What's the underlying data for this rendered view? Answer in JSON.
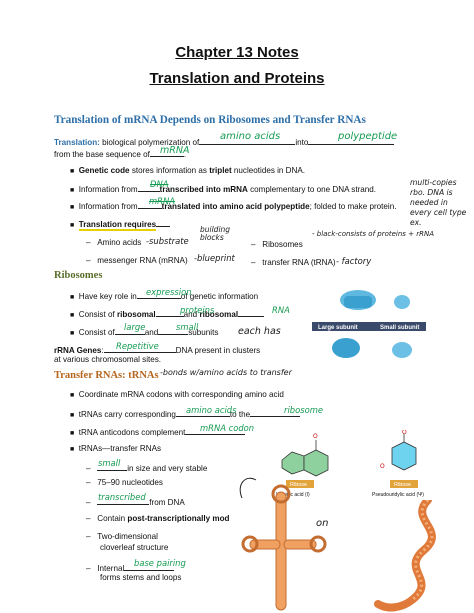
{
  "title": "Chapter 13 Notes",
  "subtitle": "Translation and Proteins",
  "section_heading": "Translation of mRNA Depends on Ribosomes and Transfer RNAs",
  "translation": {
    "label": "Translation:",
    "line1a": "biological polymerization of",
    "line1b": "into",
    "line2": "from the base sequence of",
    "hw_aa": "amino acids",
    "hw_poly": "polypeptide",
    "hw_mrna": "mRNA",
    "bullets": {
      "genetic_code_bold": "Genetic code",
      "genetic_code_rest": "stores information as",
      "triplet": "triplet",
      "genetic_code_end": "nucleotides in DNA.",
      "info1_a": "Information from",
      "info1_b": "transcribed into",
      "info1_c": "mRNA",
      "info1_d": "complementary to one DNA strand.",
      "info2_a": "Information from",
      "info2_b": "translated into",
      "info2_c": "amino acid polypeptide",
      "info2_d": "; folded to make protein.",
      "hw_dna": "DNA",
      "hw_mrna2": "mRNA",
      "requires": "Translation requires"
    },
    "req_items": {
      "amino": "Amino acids",
      "hw_substrate": "-substrate",
      "hw_building": "building blocks",
      "messenger": "messenger RNA (mRNA)",
      "hw_blueprint": "-blueprint",
      "ribosomes": "Ribosomes",
      "hw_ribo": "- black-consists of proteins + rRNA",
      "trna": "transfer RNA (tRNA)",
      "hw_factory": "- factory"
    },
    "margin_note": "multi-copies rbo. DNA is needed in every cell type ex."
  },
  "ribosomes": {
    "heading": "Ribosomes",
    "b1a": "Have key role in",
    "b1b": "of genetic information",
    "hw_expression": "expression",
    "b2a": "Consist of",
    "b2b": "ribosomal",
    "b2c": "and",
    "b2d": "ribosomal",
    "hw_proteins": "proteins",
    "hw_rna": "RNA",
    "b3a": "Consist of",
    "b3b": "and",
    "b3c": "subunits",
    "hw_large": "large",
    "hw_small": "small",
    "hw_each": "each has",
    "rrna_bold": "rRNA Genes",
    "rrna_rest": "DNA present in clusters",
    "rrna_line2": "at various chromosomal sites.",
    "hw_repetitive": "Repetitive",
    "bar_large": "Large subunit",
    "bar_small": "Small subunit"
  },
  "trna": {
    "heading": "Transfer RNAs: tRNAs",
    "hw_bonds": "-bonds w/amino acids to transfer",
    "items": {
      "i1": "Coordinate mRNA codons with corresponding amino acid",
      "i2a": "tRNAs carry corresponding",
      "i2b": "to the",
      "hw_aa": "amino acids",
      "hw_ribo": "ribosome",
      "i3a": "tRNA anticodons complement",
      "hw_codon": "mRNA codon",
      "i4": "tRNAs—transfer RNAs",
      "i5": "in size and very stable",
      "hw_small": "small",
      "i6": "75–90 nucleotides",
      "i7": "from DNA",
      "hw_transcribed": "transcribed",
      "i8a": "Contain",
      "i8b": "post-transcriptionally mod",
      "i9a": "Two-dimensional",
      "i9b": "cloverleaf structure",
      "i10a": "Internal",
      "i10b": "forms stems and loops",
      "hw_base": "base pairing"
    },
    "inosinic_label": "Inosinic acid (I)",
    "pseudo_label": "Pseudouridylic acid (Ψ)",
    "ribose1": "Ribose",
    "ribose2": "Ribose",
    "hw_on": "on"
  }
}
